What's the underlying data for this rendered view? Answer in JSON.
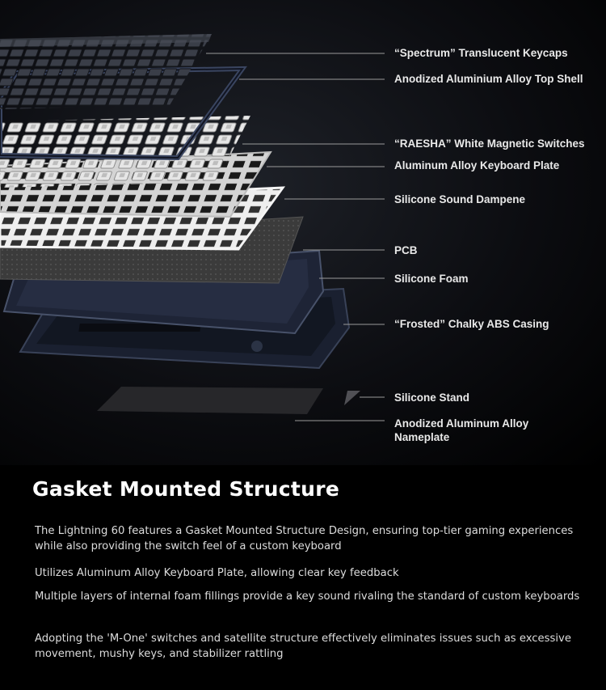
{
  "layers": [
    "“Spectrum” Translucent Keycaps",
    "Anodized Aluminium Alloy Top Shell",
    "“RAESHA” White Magnetic Switches",
    "Aluminum Alloy Keyboard Plate",
    "Silicone Sound Dampene",
    "PCB",
    "Silicone Foam",
    "“Frosted” Chalky ABS Casing",
    "Silicone Stand",
    "Anodized Aluminum Alloy Nameplate"
  ],
  "section": {
    "title": "Gasket Mounted Structure",
    "paragraphs": [
      "The Lightning 60 features a Gasket Mounted Structure Design, ensuring top-tier gaming experiences while also providing the switch feel of a custom keyboard",
      "Utilizes Aluminum Alloy Keyboard Plate, allowing clear key feedback",
      "Multiple layers of internal foam fillings provide a key sound rivaling the standard of custom keyboards",
      "Adopting the 'M-One' switches and satellite structure effectively eliminates issues such as excessive movement, mushy keys, and stabilizer rattling"
    ]
  },
  "colors": {
    "background": "#000000",
    "keycaps": "#2a2d36",
    "shell": "#1c2233",
    "switches": "#d9d9d9",
    "plate": "#cfcfcf",
    "pcb": "#3a3a3a",
    "casing": "#1a2030",
    "leader_line": "#9a9a9a"
  }
}
